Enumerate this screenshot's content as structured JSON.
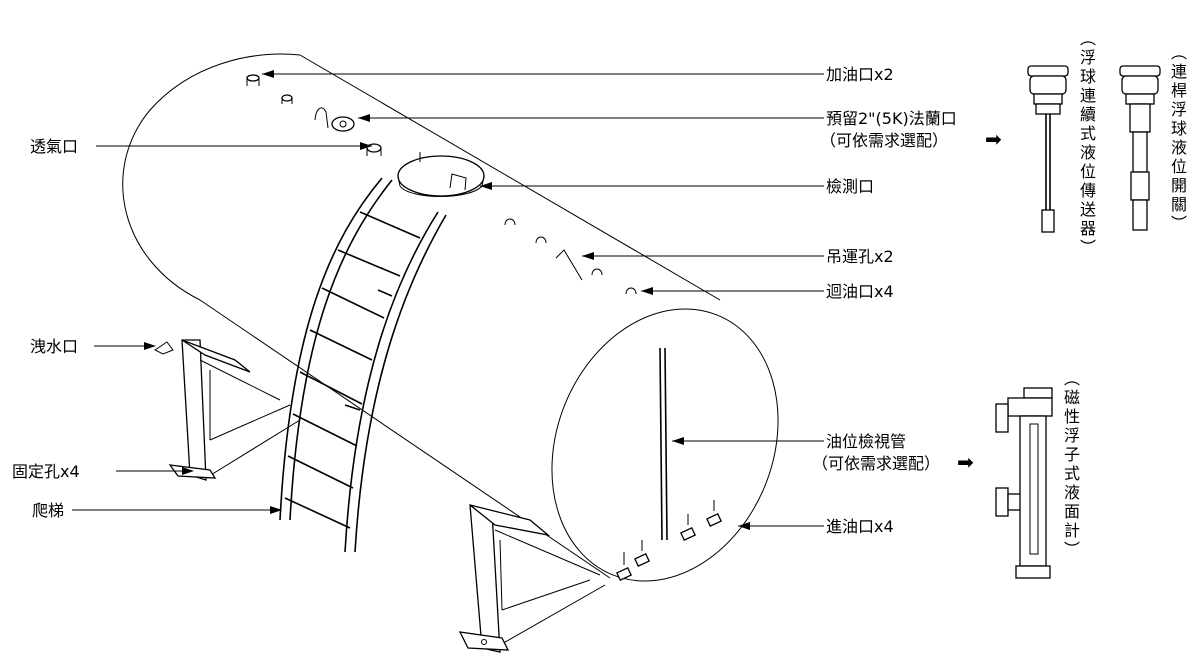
{
  "labels": {
    "fill_port": "加油口x2",
    "reserved_flange": "預留2\"(5K)法蘭口",
    "optional_1": "（可依需求選配）",
    "inspection_port": "檢測口",
    "lifting_holes": "吊運孔x2",
    "return_port": "迴油口x4",
    "vent_port": "透氣口",
    "drain_port": "洩水口",
    "fixing_holes": "固定孔x4",
    "ladder": "爬梯",
    "sight_tube": "油位檢視管",
    "optional_2": "（可依需求選配）",
    "inlet_port": "進油口x4"
  },
  "vertical_labels": {
    "continuous_transmitter": "（浮球連續式液位傳送器）",
    "float_switch": "（連桿浮球液位開關）",
    "magnetic_gauge": "（磁性浮子式液面計）"
  },
  "arrow_glyph": "➡"
}
